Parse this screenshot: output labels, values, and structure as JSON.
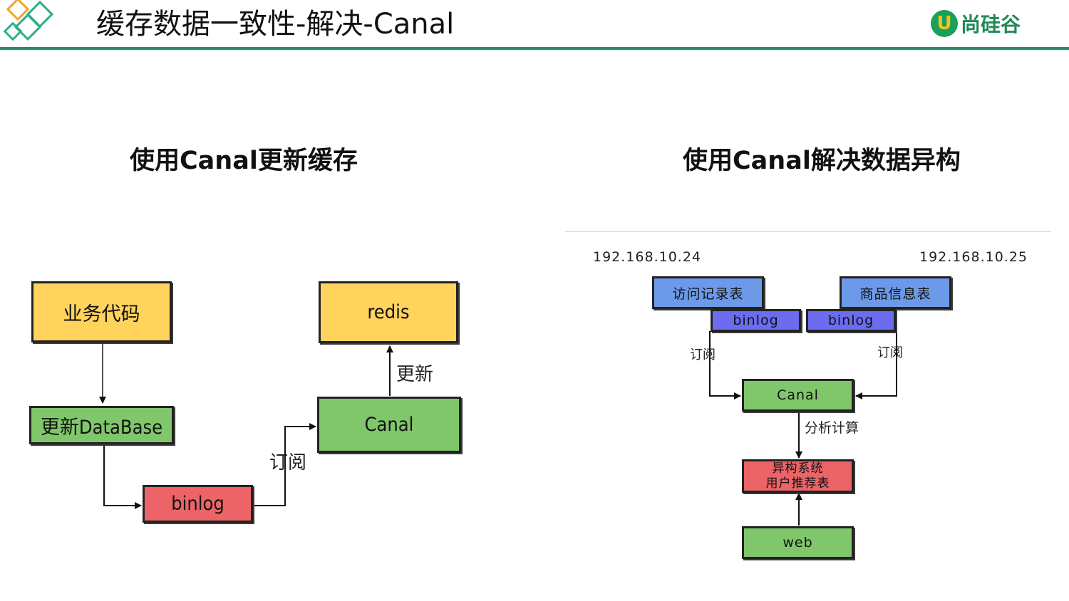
{
  "header": {
    "title": "缓存数据一致性-解决-Canal",
    "brand": "尚硅谷",
    "brand_mark": "U",
    "accent_color": "#2a8a66"
  },
  "left": {
    "title": "使用Canal更新缓存",
    "nodes": {
      "business_code": "业务代码",
      "update_db": "更新DataBase",
      "binlog": "binlog",
      "canal": "Canal",
      "redis": "redis"
    },
    "edges": {
      "subscribe": "订阅",
      "update": "更新"
    }
  },
  "right": {
    "title": "使用Canal解决数据异构",
    "hosts": {
      "left_ip": "192.168.10.24",
      "right_ip": "192.168.10.25"
    },
    "nodes": {
      "access_table": "访问记录表",
      "product_table": "商品信息表",
      "binlog_left": "binlog",
      "binlog_right": "binlog",
      "canal": "Canal",
      "hetero_line1": "异构系统",
      "hetero_line2": "用户推荐表",
      "web": "web"
    },
    "edges": {
      "subscribe_left": "订阅",
      "subscribe_right": "订阅",
      "analyze": "分析计算"
    }
  },
  "colors": {
    "yellow": "#ffd35c",
    "green": "#80c76b",
    "red": "#ec6467",
    "blue": "#6d9ae8",
    "violet": "#6c6cf0"
  }
}
